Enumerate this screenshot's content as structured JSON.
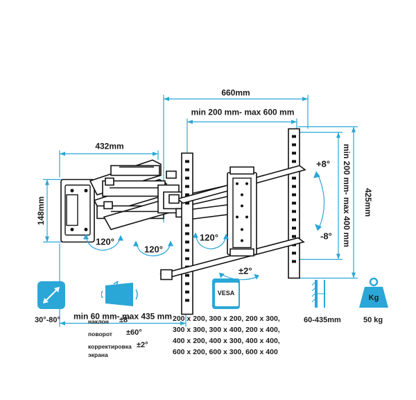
{
  "dimensions": {
    "overall_width": "660mm",
    "vesa_horizontal": "min 200 mm- max 600 mm",
    "arm_width": "432mm",
    "bracket_height": "148mm",
    "overall_height": "425mm",
    "vesa_vertical": "min 200 mm- max 400 mm",
    "wall_distance": "min 60 mm- max 435 mm"
  },
  "angles": {
    "tilt_up": "+8°",
    "tilt_down": "-8°",
    "swivel_1": "120°",
    "swivel_2": "120°",
    "swivel_3": "120°",
    "level": "±2°"
  },
  "specs": {
    "swivel_range": "30°-80°",
    "tilt_label": "наклон",
    "tilt_value": "±8°",
    "rotate_label": "поворот",
    "rotate_value": "±60°",
    "level_label_1": "корректировка",
    "level_label_2": "экрана",
    "level_value": "±2°",
    "vesa_badge": "VESA",
    "vesa_rows": [
      "200 x 200, 300 x 200, 200 x 300,",
      "300 x 300, 300 x 400, 200 x 400,",
      "400 x 200, 400 x 300, 400 x 400,",
      "600 x 200, 600 x 300, 600 x 400"
    ],
    "wall_range": "60-435mm",
    "weight_badge": "Kg",
    "weight": "50 kg"
  },
  "colors": {
    "accent": "#2aa7d6",
    "line": "#111111"
  }
}
